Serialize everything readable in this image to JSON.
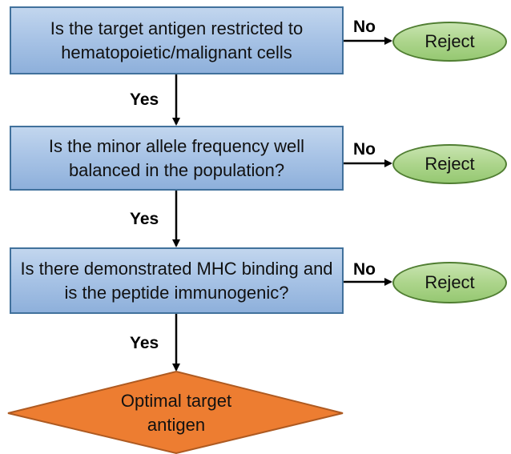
{
  "nodes": {
    "question_1": "Is the target antigen restricted to hematopoietic/malignant cells",
    "question_2": "Is the minor allele frequency well balanced in the population?",
    "question_3": "Is there demonstrated MHC binding and is the peptide immunogenic?",
    "reject_1": "Reject",
    "reject_2": "Reject",
    "reject_3": "Reject",
    "final": "Optimal target antigen"
  },
  "edges": {
    "yes_1": "Yes",
    "yes_2": "Yes",
    "yes_3": "Yes",
    "no_1": "No",
    "no_2": "No",
    "no_3": "No"
  },
  "colors": {
    "question_fill": "#a9c4e6",
    "question_border": "#41719c",
    "reject_fill": "#add58c",
    "reject_border": "#507e32",
    "final_fill": "#ed7d31",
    "final_border": "#ae5a21",
    "arrow": "#000000"
  }
}
